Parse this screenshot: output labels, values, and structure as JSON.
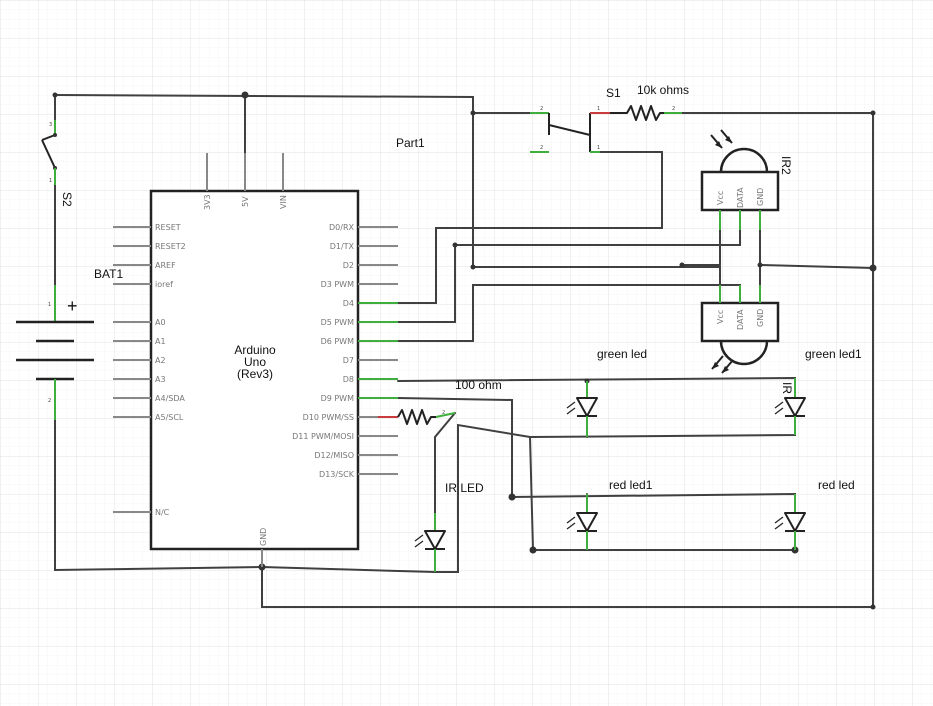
{
  "arduino": {
    "title": [
      "Arduino",
      "Uno",
      "(Rev3)"
    ],
    "left_pins": [
      "RESET",
      "RESET2",
      "AREF",
      "ioref",
      "A0",
      "A1",
      "A2",
      "A3",
      "A4/SDA",
      "A5/SCL",
      "N/C"
    ],
    "right_pins": [
      "D0/RX",
      "D1/TX",
      "D2",
      "D3 PWM",
      "D4",
      "D5 PWM",
      "D6 PWM",
      "D7",
      "D8",
      "D9 PWM",
      "D10 PWM/SS",
      "D11 PWM/MOSI",
      "D12/MISO",
      "D13/SCK"
    ],
    "top_pins": [
      "3V3",
      "5V",
      "VIN"
    ],
    "bottom_pin": "GND"
  },
  "labels": {
    "part1": "Part1",
    "s1": "S1",
    "s2": "S2",
    "bat1": "BAT1",
    "plus": "+",
    "r_10k": "10k ohms",
    "r_100": "100 ohm",
    "ir2": "IR2",
    "ir1": "IR",
    "green_led": "green led",
    "green_led1": "green led1",
    "red_led1": "red led1",
    "red_led": "red led",
    "ir_led": "IR LED"
  },
  "ir_sensor_pins": [
    "Vcc",
    "DATA",
    "GND"
  ],
  "pin_numbers": {
    "one": "1",
    "two": "2",
    "three": "3"
  },
  "colors": {
    "pin_active": "#3fae3f",
    "pin_resistor": "#cc3b3b",
    "wire": "#404040",
    "grid": "#e6e6e6"
  }
}
